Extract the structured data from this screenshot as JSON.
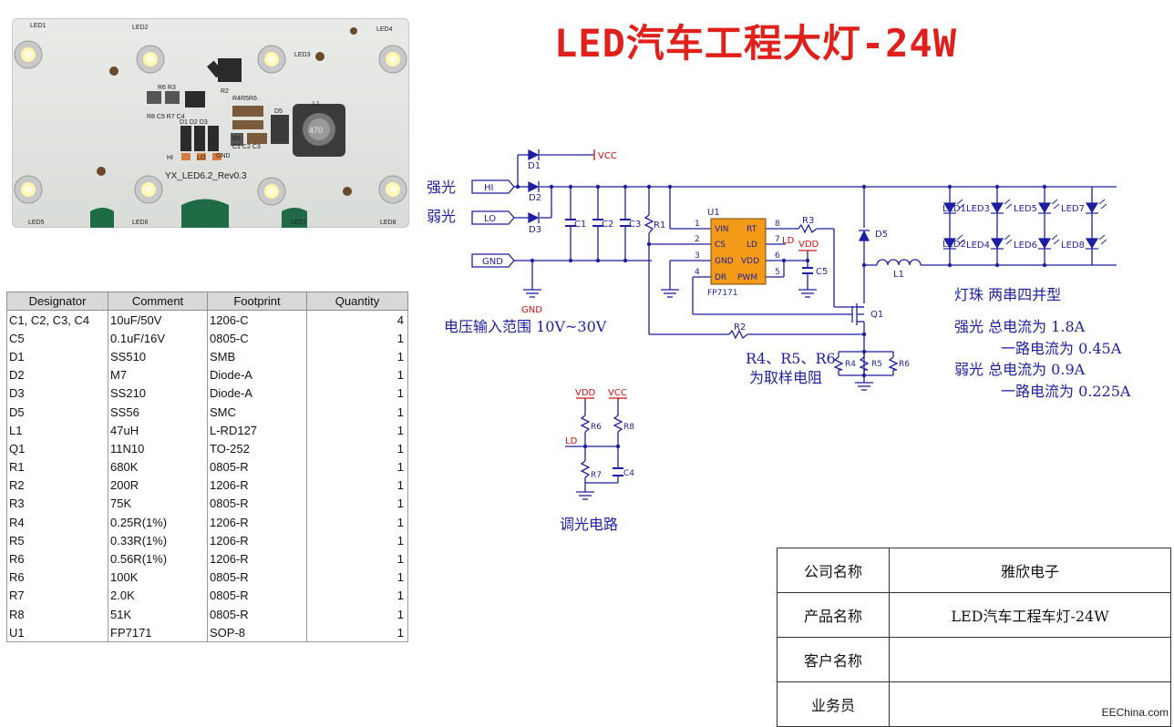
{
  "title": "LED汽车工程大灯-24W",
  "photo": {
    "board_label": "YX_LED6.2_Rev0.3",
    "inductor_mark": "470",
    "silk": {
      "led1": "LED1",
      "led2": "LED2",
      "led3": "LED3",
      "led4": "LED4",
      "led5": "LED5",
      "led6": "LED6",
      "led7": "LED7",
      "led8": "LED8",
      "hi": "HI",
      "lo": "LO",
      "gnd": "GND",
      "l1": "L1",
      "d5": "D5",
      "r4r5r6": "R4R5R6",
      "r2": "R2",
      "r1": "R1",
      "c123": "C1 C2 C3",
      "r6r3": "R6 R3",
      "r8row": "R8 C5 R7 C4",
      "d123": "D1 D2 D3"
    }
  },
  "bom": {
    "headers": [
      "Designator",
      "Comment",
      "Footprint",
      "Quantity"
    ],
    "rows": [
      [
        "C1, C2, C3, C4",
        "10uF/50V",
        "1206-C",
        "4"
      ],
      [
        "C5",
        "0.1uF/16V",
        "0805-C",
        "1"
      ],
      [
        "D1",
        "SS510",
        "SMB",
        "1"
      ],
      [
        "D2",
        "M7",
        "Diode-A",
        "1"
      ],
      [
        "D3",
        "SS210",
        "Diode-A",
        "1"
      ],
      [
        "D5",
        "SS56",
        "SMC",
        "1"
      ],
      [
        "L1",
        "47uH",
        "L-RD127",
        "1"
      ],
      [
        "Q1",
        "11N10",
        "TO-252",
        "1"
      ],
      [
        "R1",
        "680K",
        "0805-R",
        "1"
      ],
      [
        "R2",
        "200R",
        "1206-R",
        "1"
      ],
      [
        "R3",
        "75K",
        "0805-R",
        "1"
      ],
      [
        "R4",
        "0.25R(1%)",
        "1206-R",
        "1"
      ],
      [
        "R5",
        "0.33R(1%)",
        "1206-R",
        "1"
      ],
      [
        "R6",
        "0.56R(1%)",
        "1206-R",
        "1"
      ],
      [
        "R6",
        "100K",
        "0805-R",
        "1"
      ],
      [
        "R7",
        "2.0K",
        "0805-R",
        "1"
      ],
      [
        "R8",
        "51K",
        "0805-R",
        "1"
      ],
      [
        "U1",
        "FP7171",
        "SOP-8",
        "1"
      ]
    ]
  },
  "schematic": {
    "in_hi_label": "强光",
    "in_lo_label": "弱光",
    "port_hi": "HI",
    "port_lo": "LO",
    "port_gnd": "GND",
    "vcc": "VCC",
    "vdd": "VDD",
    "ld": "LD",
    "gnd": "GND",
    "d1": "D1",
    "d2": "D2",
    "d3": "D3",
    "d5": "D5",
    "c1": "C1",
    "c2": "C2",
    "c3": "C3",
    "c4": "C4",
    "c5": "C5",
    "r1": "R1",
    "r2": "R2",
    "r3": "R3",
    "r4": "R4",
    "r5": "R5",
    "r6": "R6",
    "r7": "R7",
    "r8": "R8",
    "l1": "L1",
    "q1": "Q1",
    "u1": "U1",
    "u1_part": "FP7171",
    "pins_left": [
      "VIN",
      "CS",
      "GND",
      "DR"
    ],
    "pins_right": [
      "RT",
      "LD",
      "VDD",
      "PWM"
    ],
    "pin_nums_left": [
      "1",
      "2",
      "3",
      "4"
    ],
    "pin_nums_right": [
      "8",
      "7",
      "6",
      "5"
    ],
    "leds": [
      "LED1",
      "LED2",
      "LED3",
      "LED4",
      "LED5",
      "LED6",
      "LED7",
      "LED8"
    ],
    "input_range": "电压输入范围 10V~30V",
    "sense_note_1": "R4、R5、R6",
    "sense_note_2": "为取样电阻",
    "dimming_label": "调光电路",
    "notes": [
      "灯珠  两串四并型",
      "强光  总电流为 1.8A",
      "一路电流为 0.45A",
      "弱光  总电流为 0.9A",
      "一路电流为 0.225A"
    ]
  },
  "title_block": [
    {
      "k": "公司名称",
      "v": "雅欣电子"
    },
    {
      "k": "产品名称",
      "v": "LED汽车工程车灯-24W"
    },
    {
      "k": "客户名称",
      "v": ""
    },
    {
      "k": "业务员",
      "v": ""
    }
  ],
  "watermark": "EEChina.com",
  "colors": {
    "title": "#e0201a",
    "wire": "#1e1ea0",
    "schem_text": "#1e1ea0",
    "label_red": "#d01010",
    "chip": "#f39a18",
    "pcb": "#dcdedb"
  }
}
